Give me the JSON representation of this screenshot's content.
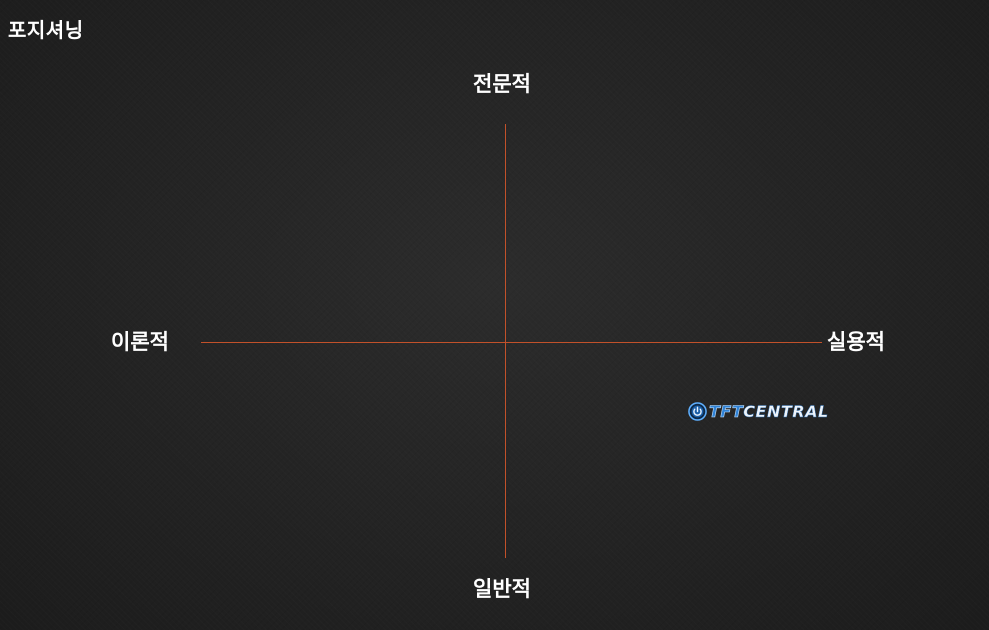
{
  "slide": {
    "title": "포지셔닝"
  },
  "diagram": {
    "type": "positioning-map",
    "axes": {
      "top": "전문적",
      "bottom": "일반적",
      "left": "이론적",
      "right": "실용적"
    },
    "axis_color": "#c2512a",
    "items": [
      {
        "name": "TFT CENTRAL",
        "brand_part_1": "TFT",
        "brand_part_2": "CENTRAL",
        "quadrant": "bottom-right",
        "logo_icon": "power-button-icon",
        "x_level": 0.68,
        "y_level": -0.32
      }
    ]
  },
  "colors": {
    "background": "#232323",
    "text": "#ffffff",
    "brand_blue": "#2f82d6"
  }
}
